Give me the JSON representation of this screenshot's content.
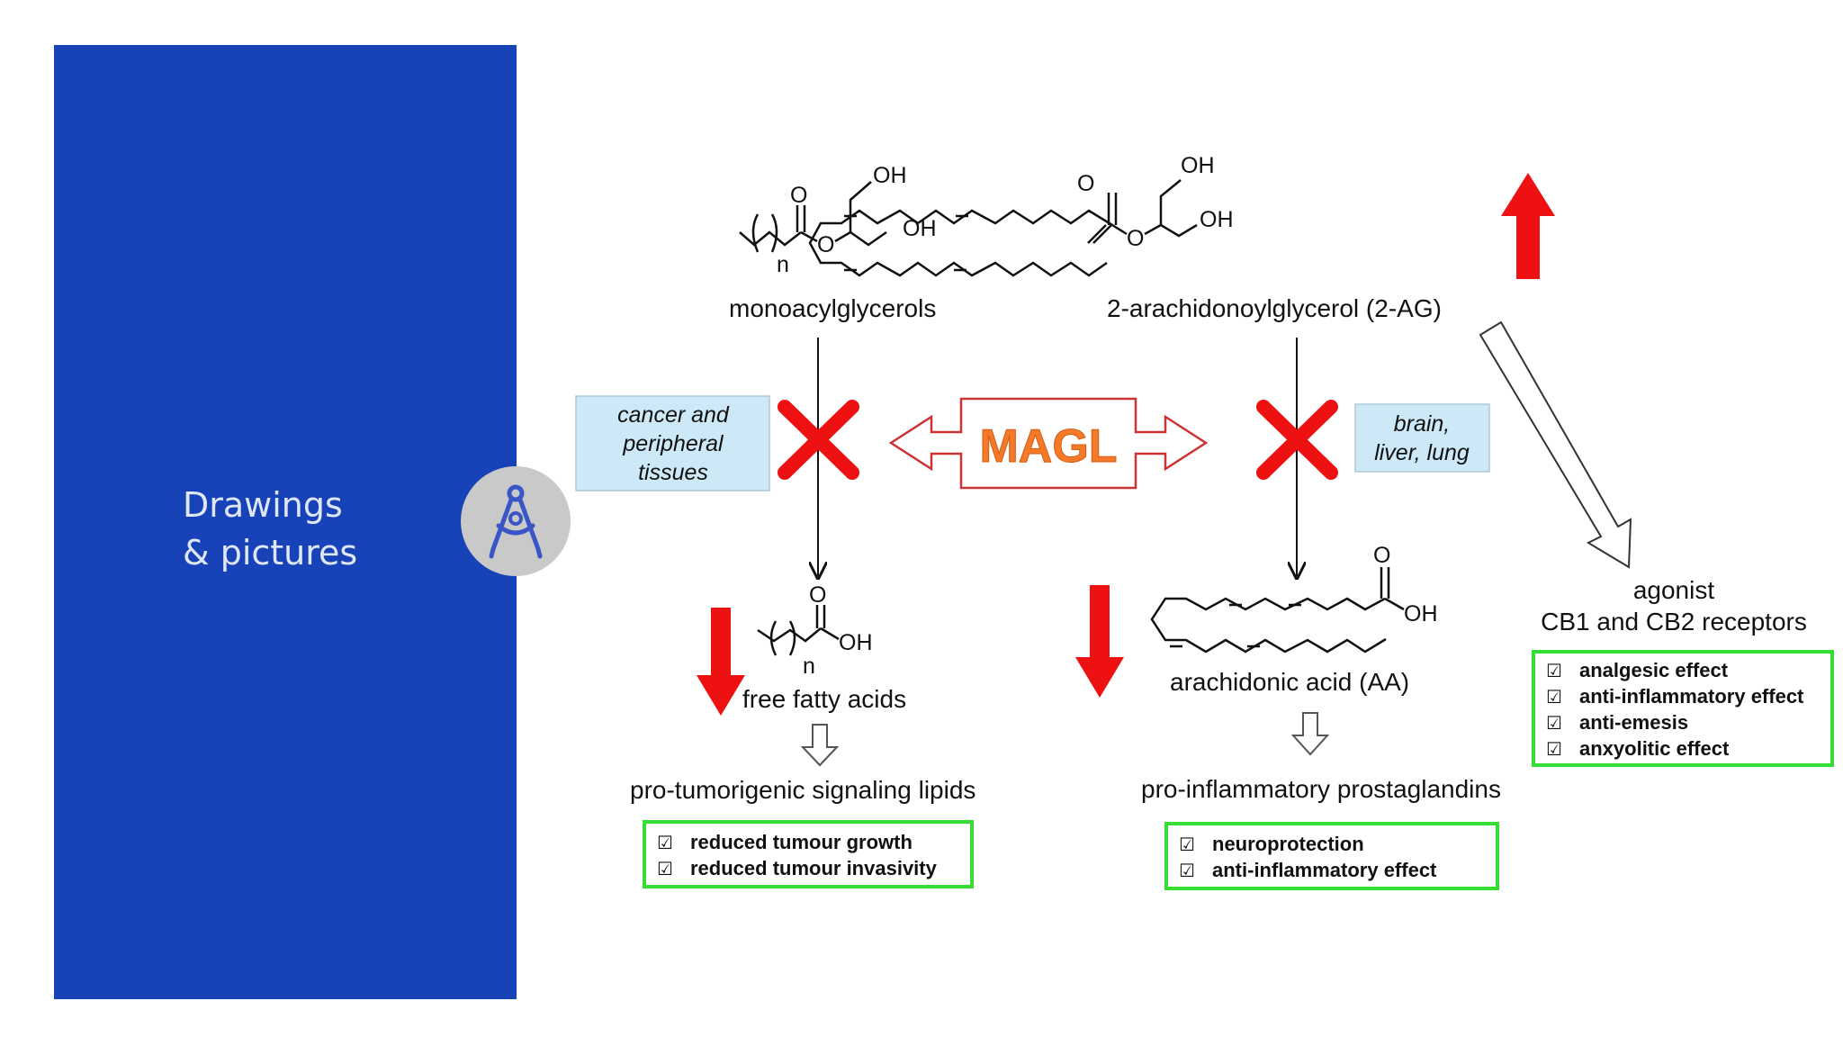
{
  "slide": {
    "section_title_line1": "Drawings",
    "section_title_line2": "& pictures",
    "badge_icon": "drafting-compass-icon"
  },
  "diagram": {
    "atoms": {
      "O": "O",
      "OH": "OH",
      "n": "n"
    },
    "monoacylglycerols": "monoacylglycerols",
    "two_ag": "2-arachidonoylglycerol (2-AG)",
    "magl": "MAGL",
    "left_tissue": [
      "cancer and",
      "peripheral",
      "tissues"
    ],
    "right_tissue": [
      "brain,",
      "liver,  lung"
    ],
    "free_fatty_acids": "free fatty acids",
    "arachidonic_acid": "arachidonic acid (AA)",
    "pro_tumorigenic": "pro-tumorigenic signaling lipids",
    "pro_inflammatory": "pro-inflammatory prostaglandins",
    "agonist": [
      "agonist",
      "CB1 and CB2 receptors"
    ],
    "checkbox_glyph": "☑",
    "left_effects": [
      "reduced tumour growth",
      "reduced tumour invasivity"
    ],
    "middle_effects": [
      "neuroprotection",
      "anti-inflammatory effect"
    ],
    "right_effects": [
      "analgesic effect",
      "anti-inflammatory effect",
      "anti-emesis",
      "anxyolitic effect"
    ],
    "colors": {
      "panel": "#1742b8",
      "red": "#ee1111",
      "green_box": "#33dd33",
      "tissue_box": "#cde9f7",
      "magl_text": "#f47a2a"
    }
  }
}
